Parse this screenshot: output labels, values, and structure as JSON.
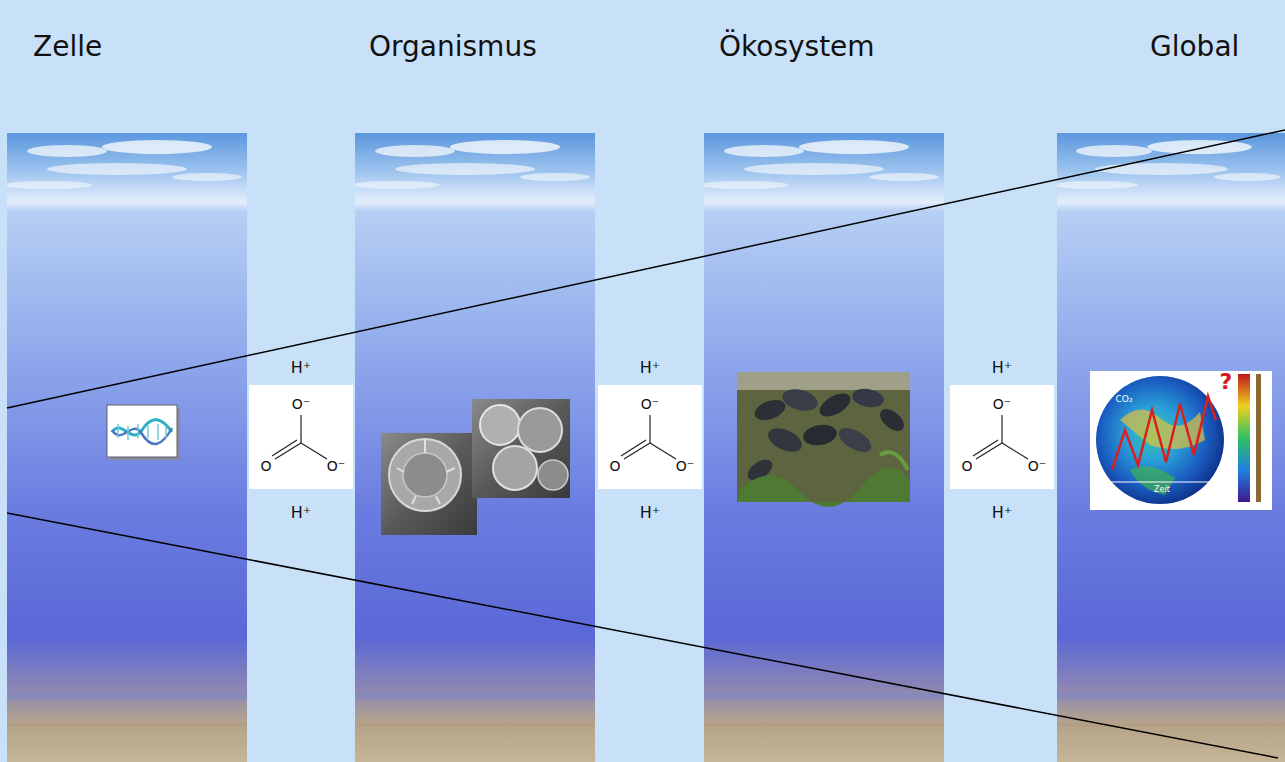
{
  "diagram": {
    "nodes": [
      {
        "text": [
          "Zelle"
        ]
      },
      {
        "text": [
          "Organismus"
        ]
      },
      {
        "text": [
          "Ökosystem"
        ]
      },
      {
        "text": [
          "Global"
        ]
      },
      {
        "text": [
          "O⁻",
          "O",
          "O⁻"
        ]
      },
      {
        "text": [
          "O⁻",
          "O",
          "O⁻"
        ]
      },
      {
        "text": [
          "O⁻",
          "O",
          "O⁻"
        ]
      }
    ],
    "labels": [
      "H⁺",
      "H⁺",
      "H⁺",
      "H⁺",
      "H⁺",
      "H⁺",
      "CO₂",
      "Zeit",
      "?"
    ]
  }
}
